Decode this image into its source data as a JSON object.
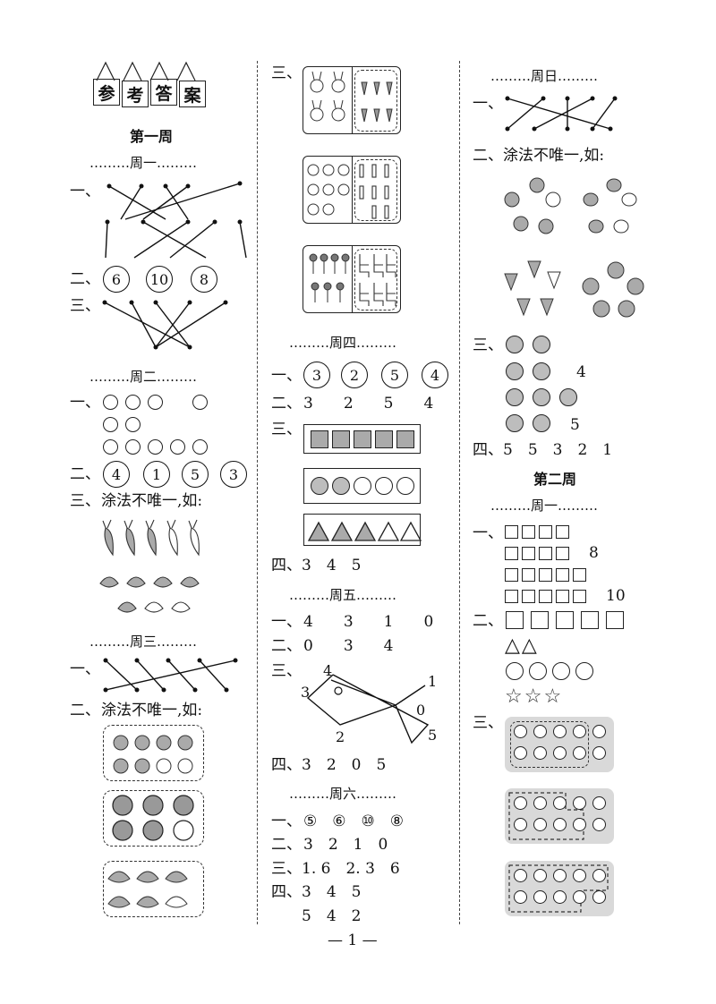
{
  "title_tiles": [
    "参",
    "考",
    "答",
    "案"
  ],
  "weeks": {
    "week1": "第一周",
    "week2": "第二周"
  },
  "separators": {
    "mon1": "………周一………",
    "tue": "………周二………",
    "wed": "………周三………",
    "thu": "………周四………",
    "fri": "………周五………",
    "sat": "………周六………",
    "sun": "………周日………",
    "mon2": "………周一………"
  },
  "labels": {
    "one": "一、",
    "two": "二、",
    "three": "三、",
    "four": "四、"
  },
  "note": "涂法不唯一,如:",
  "mon1_q2": [
    "6",
    "10",
    "8"
  ],
  "tue_q2": [
    "4",
    "1",
    "5",
    "3"
  ],
  "thu_q1": [
    "3",
    "2",
    "5",
    "4"
  ],
  "thu_q2": "3　　2　　5　　4",
  "thu_q4": "3　4　5",
  "fri_q1": "4　　3　　1　　0",
  "fri_q2": "0　　3　　4",
  "fri_q4": "3　2　0　5",
  "fish_labels": [
    "4",
    "3",
    "2",
    "1",
    "0",
    "5"
  ],
  "sat_q1": "⑤　⑥　⑩　⑧",
  "sat_q2": "3　2　1　0",
  "sat_q3": "1. 6　2. 3　6",
  "sat_q4a": "3　4　5",
  "sat_q4b": "5　4　2",
  "sun_q3_nums": [
    "4",
    "5"
  ],
  "sun_q4": "5　5　3　2　1",
  "mon2_q1_nums": [
    "8",
    "10"
  ],
  "shapes_text": {
    "triangles": "△△",
    "stars": "☆☆☆"
  },
  "page_number": "— 1 —"
}
